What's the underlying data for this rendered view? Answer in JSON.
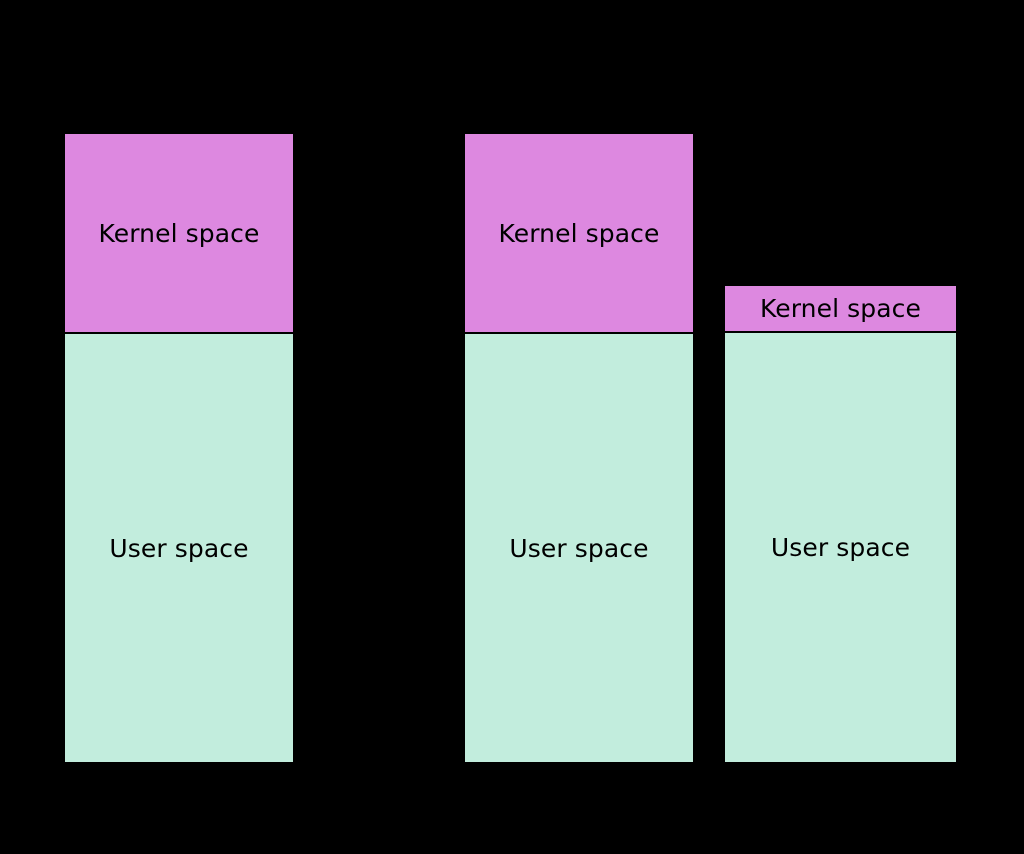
{
  "diagram": {
    "title": "",
    "background_color": "#000000",
    "kernel_color": "#dd88e0",
    "user_color": "#c2eddd",
    "stroke_color": "#000000",
    "text_color": "#000000",
    "columns": [
      {
        "id": "column-1",
        "segments": [
          {
            "id": "kernel",
            "label": "Kernel space"
          },
          {
            "id": "user",
            "label": "User space"
          }
        ]
      },
      {
        "id": "column-2",
        "segments": [
          {
            "id": "kernel",
            "label": "Kernel space"
          },
          {
            "id": "user",
            "label": "User space"
          }
        ]
      },
      {
        "id": "column-3",
        "segments": [
          {
            "id": "kernel",
            "label": "Kernel space"
          },
          {
            "id": "user",
            "label": "User space"
          }
        ]
      }
    ]
  },
  "chart_data": {
    "type": "bar",
    "title": "",
    "xlabel": "",
    "ylabel": "",
    "categories": [
      "column-1",
      "column-2",
      "column-3"
    ],
    "stacked": true,
    "grid": false,
    "legend": "none",
    "series": [
      {
        "name": "Kernel space",
        "color": "#dd88e0",
        "values": [
          200,
          200,
          47
        ]
      },
      {
        "name": "User space",
        "color": "#c2eddd",
        "values": [
          430,
          430,
          431
        ]
      }
    ],
    "notes": "Heights in pixels as drawn; columns 1 and 2 are identical, column 3 has a much smaller kernel space band and a shorter overall height."
  }
}
